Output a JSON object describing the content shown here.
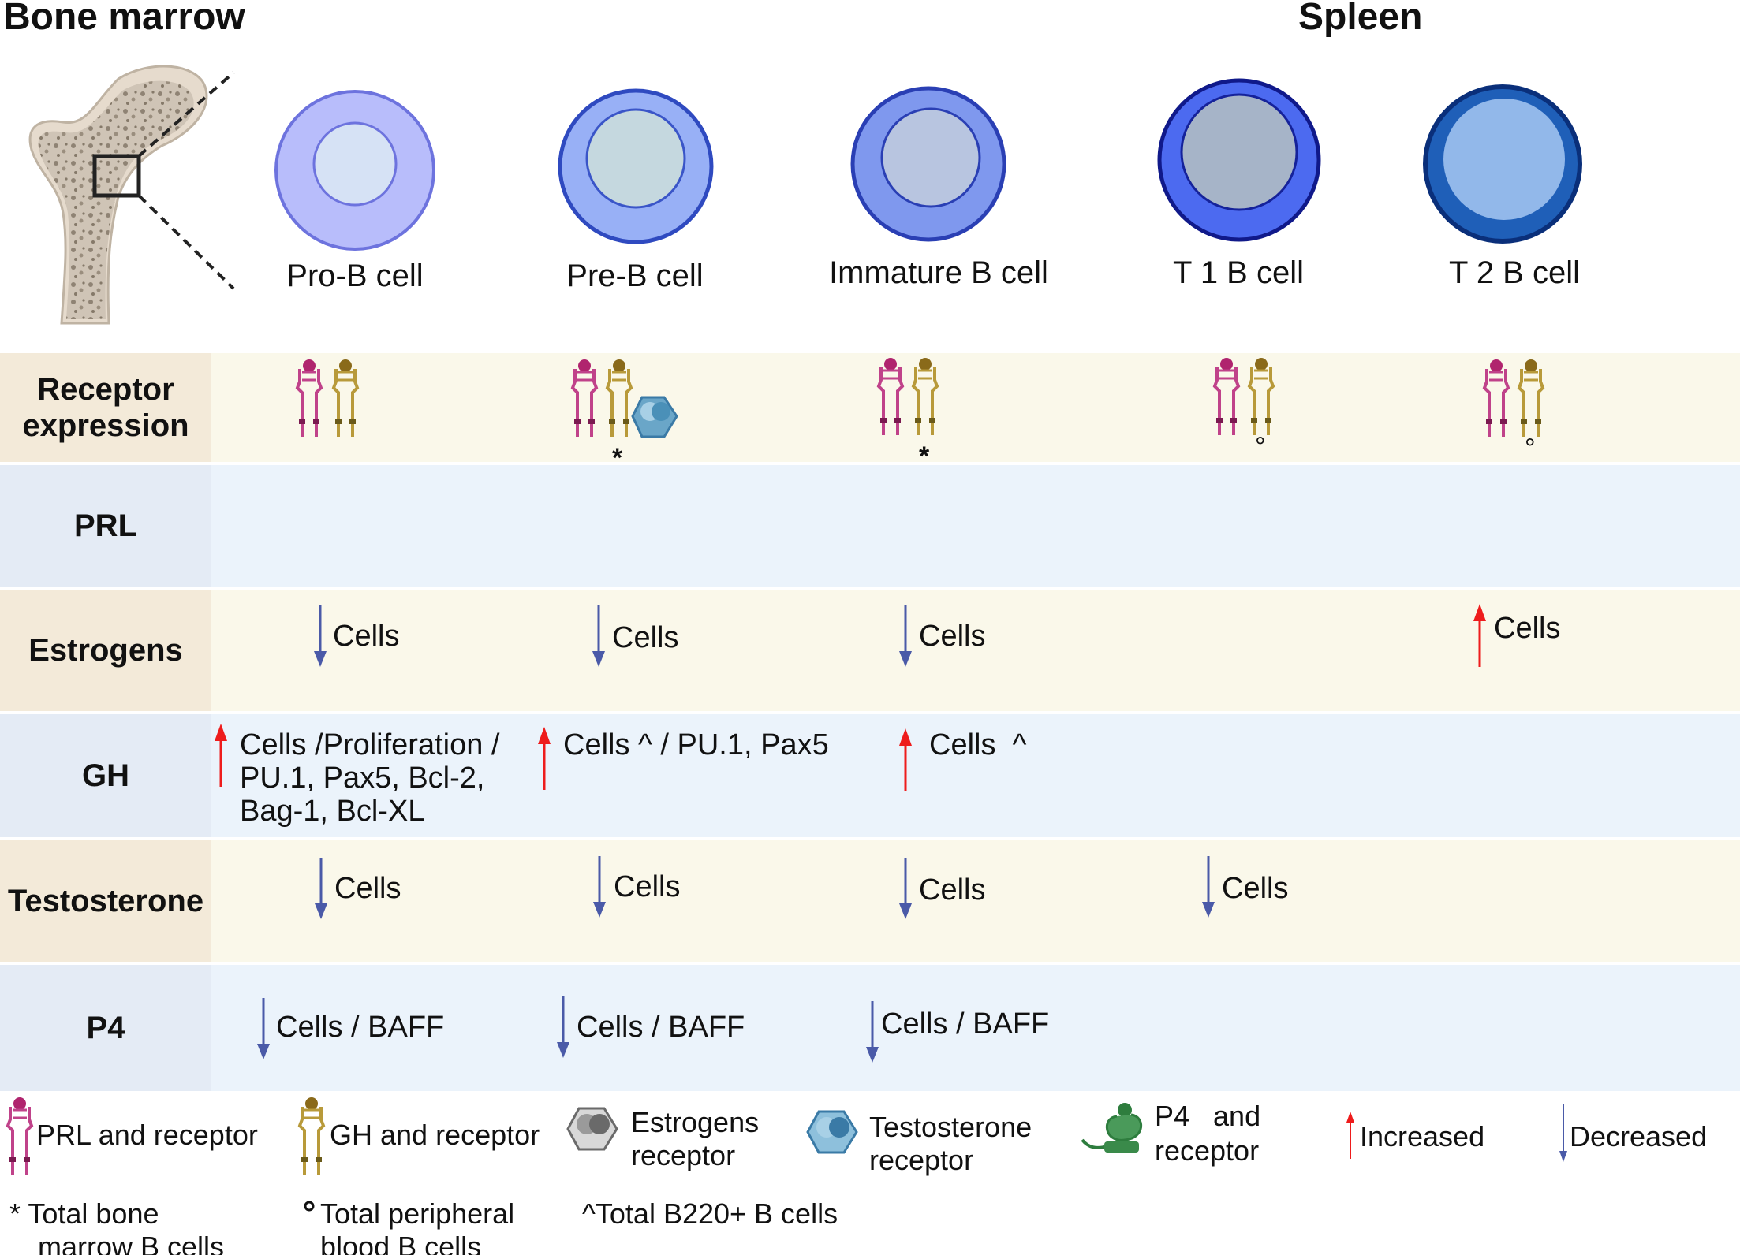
{
  "headers": {
    "bone_marrow": "Bone marrow",
    "spleen": "Spleen"
  },
  "cells": [
    {
      "label": "Pro-B cell",
      "outer": "#b8bdfb",
      "inner": "#d6e2f5",
      "ring": "#7b80e8"
    },
    {
      "label": "Pre-B cell",
      "outer": "#98b0f6",
      "inner": "#c5d8df",
      "ring": "#4a68d8"
    },
    {
      "label": "Immature B cell",
      "outer": "#7f98ee",
      "inner": "#b8c5e0",
      "ring": "#3a50c6"
    },
    {
      "label": "T 1 B cell",
      "outer": "#4c6af0",
      "inner": "#a6b4c8",
      "ring": "#15229a"
    },
    {
      "label": "T 2 B cell",
      "outer": "#1f5fb8",
      "inner": "#92b8ea",
      "ring": "#0a2f7a"
    }
  ],
  "rows": {
    "receptor": "Receptor expression",
    "prl": "PRL",
    "estrogens": "Estrogens",
    "gh": "GH",
    "testosterone": "Testosterone",
    "p4": "P4"
  },
  "receptor_marks": {
    "pre_b": "*",
    "immature_b": "*",
    "t1": "°",
    "t2": "°"
  },
  "effects": {
    "estrogens": {
      "pro_b": "Cells",
      "pre_b": "Cells",
      "immature_b": "Cells",
      "t2": "Cells"
    },
    "gh": {
      "pro_b": [
        "Cells /Proliferation /",
        "PU.1, Pax5, Bcl-2,",
        "Bag-1, Bcl-XL"
      ],
      "pre_b": "Cells ^ / PU.1, Pax5",
      "immature_b": "Cells  ^"
    },
    "testosterone": {
      "pro_b": "Cells",
      "pre_b": "Cells",
      "immature_b": "Cells",
      "t1": "Cells"
    },
    "p4": {
      "pro_b": "Cells / BAFF",
      "pre_b": "Cells / BAFF",
      "immature_b": "Cells / BAFF"
    }
  },
  "legend": {
    "prl": "PRL and receptor",
    "gh": "GH and receptor",
    "estrogens": [
      "Estrogens",
      "receptor"
    ],
    "testosterone": [
      "Testosterone",
      "receptor"
    ],
    "p4": [
      "P4   and",
      "receptor"
    ],
    "increased": "Increased",
    "decreased": "Decreased",
    "star_note": [
      "* Total bone",
      "marrow B cells"
    ],
    "circle_note": [
      "Total peripheral",
      "blood B cells"
    ],
    "caret_note": "^Total B220+ B cells"
  },
  "colors": {
    "up_arrow": "#ee1c1c",
    "down_arrow": "#4a5aa8",
    "prl_receptor": "#c0428a",
    "gh_receptor": "#a48c2a",
    "estrogen_receptor": "#8a8a8a",
    "testosterone_receptor": "#4a90b8",
    "p4_receptor": "#3a8a4a"
  },
  "icons": [
    "femur-bone-icon",
    "prl-receptor-icon",
    "gh-receptor-icon",
    "estrogen-receptor-icon",
    "testosterone-receptor-icon",
    "p4-receptor-icon",
    "up-arrow-icon",
    "down-arrow-icon"
  ]
}
